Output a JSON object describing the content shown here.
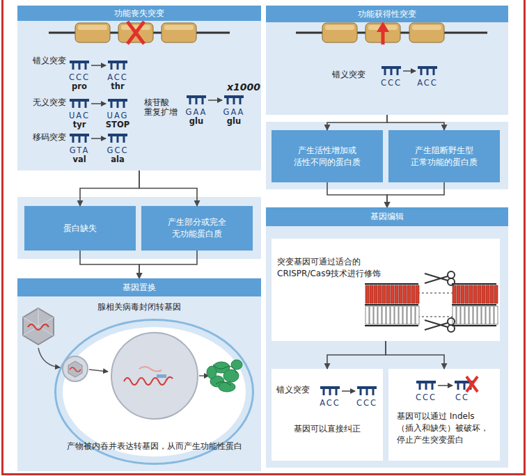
{
  "diagram": {
    "nodes": [
      {
        "text": [
          "功能丧失突变"
        ]
      },
      {
        "text": [
          "蛋白缺失"
        ]
      },
      {
        "text": [
          "产生部分或完全 无功能蛋白质"
        ]
      },
      {
        "text": [
          "基因置换",
          "腺相关病毒封闭转基因"
        ]
      },
      {
        "text": [
          "产物被内吞并表达转基因，从而产生功能性蛋白"
        ],
        "in": 3
      },
      {
        "text": [
          "功能获得性突变"
        ]
      },
      {
        "text": [
          "产生活性增加或 活性不同的蛋白质"
        ]
      },
      {
        "text": [
          "产生阻断野生型 正常功能的蛋白质"
        ]
      },
      {
        "text": [
          "基因编辑"
        ]
      },
      {
        "text": [
          "突变基因可通过适合的 CRISPR/Cas9技术进行修饰"
        ],
        "in": 8
      },
      {
        "text": [
          "错义突变",
          "基因可以直接纠正"
        ],
        "in": 8
      },
      {
        "text": [
          "基因可以通过 Indels （插入和缺失）被破坏， 停止产生突变蛋白"
        ],
        "in": 8
      }
    ],
    "edges": [
      {
        "from": 0,
        "to": 1,
        "arrow": "to"
      },
      {
        "from": 0,
        "to": 2,
        "arrow": "to"
      },
      {
        "from": 1,
        "to": 3,
        "arrow": "to"
      },
      {
        "from": 2,
        "to": 3,
        "arrow": "to"
      },
      {
        "from": 5,
        "to": 6,
        "arrow": "to"
      },
      {
        "from": 5,
        "to": 7,
        "arrow": "to"
      },
      {
        "from": 6,
        "to": 8,
        "arrow": "to"
      },
      {
        "from": 7,
        "to": 8,
        "arrow": "to"
      },
      {
        "from": 9,
        "to": 10,
        "arrow": "to"
      },
      {
        "from": 9,
        "to": 11,
        "arrow": "to"
      }
    ],
    "labels": [
      "错义突变",
      "CCC",
      "pro",
      "ACC",
      "thr",
      "无义突变",
      "UAC",
      "tyr",
      "UAG",
      "STOP",
      "移码突变",
      "GTA",
      "val",
      "GCC",
      "ala",
      "核苷酸 重复扩增",
      "GAA",
      "glu",
      "GAA",
      "glu",
      "x1000",
      "错义突变",
      "CCC",
      "ACC",
      "ACC",
      "CCC",
      "CCC",
      "CC"
    ]
  }
}
